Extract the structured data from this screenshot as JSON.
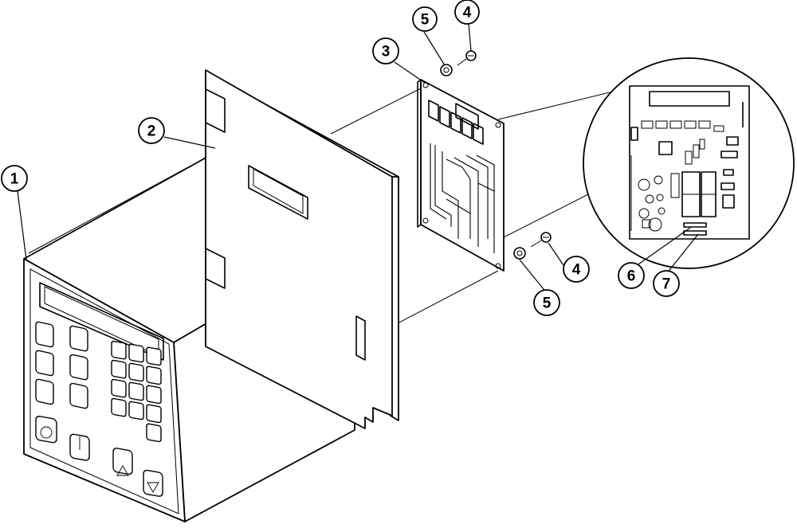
{
  "diagram": {
    "type": "exploded-parts-drawing",
    "callouts": [
      {
        "id": "c1",
        "label": "1"
      },
      {
        "id": "c2",
        "label": "2"
      },
      {
        "id": "c3",
        "label": "3"
      },
      {
        "id": "c4a",
        "label": "4"
      },
      {
        "id": "c5a",
        "label": "5"
      },
      {
        "id": "c4b",
        "label": "4"
      },
      {
        "id": "c5b",
        "label": "5"
      },
      {
        "id": "c6",
        "label": "6"
      },
      {
        "id": "c7",
        "label": "7"
      }
    ],
    "parts": [
      {
        "callout": "1",
        "depicts": "controller housing with keypad front"
      },
      {
        "callout": "2",
        "depicts": "mounting plate"
      },
      {
        "callout": "3",
        "depicts": "circuit board"
      },
      {
        "callout": "4",
        "depicts": "screw"
      },
      {
        "callout": "5",
        "depicts": "washer"
      },
      {
        "callout": "6",
        "depicts": "fuse"
      },
      {
        "callout": "7",
        "depicts": "fuse"
      }
    ]
  }
}
